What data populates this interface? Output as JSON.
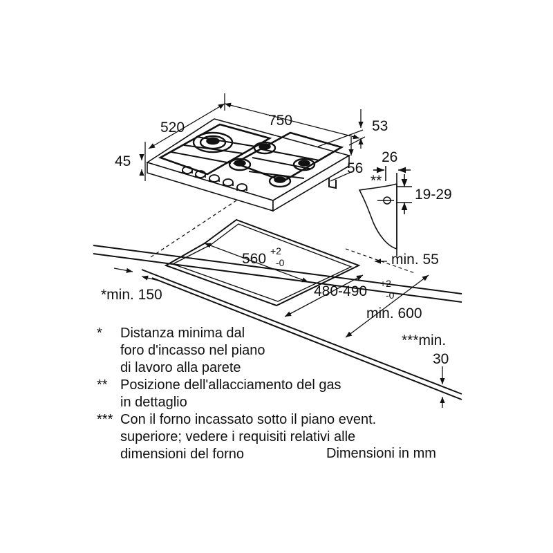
{
  "dimensions": {
    "width": "750",
    "depth": "520",
    "height": "45",
    "top_offset": "53",
    "side_offset": "56",
    "connector_width": "26",
    "connector_mark": "**",
    "connector_height": "19-29",
    "cutout_width": "560",
    "cutout_width_tol_plus": "+2",
    "cutout_width_tol_minus": "-0",
    "cutout_depth": "480-490",
    "cutout_depth_tol_plus": "+2",
    "cutout_depth_tol_minus": "-0",
    "min_front": "min. 55",
    "min_wall": "*min. 150",
    "min_side": "min. 600",
    "min_below_label": "***min.",
    "min_below_value": "30"
  },
  "legend": [
    {
      "mark": "*",
      "text": "Distanza minima dal\nforo d'incasso nel piano\ndi lavoro alla parete"
    },
    {
      "mark": "**",
      "text": "Posizione dell'allacciamento del gas\nin dettaglio"
    },
    {
      "mark": "***",
      "text": "Con il forno incassato sotto il piano event.\nsuperiore; vedere i requisiti relativi alle\ndimensioni del forno"
    }
  ],
  "units_note": "Dimensioni in mm"
}
